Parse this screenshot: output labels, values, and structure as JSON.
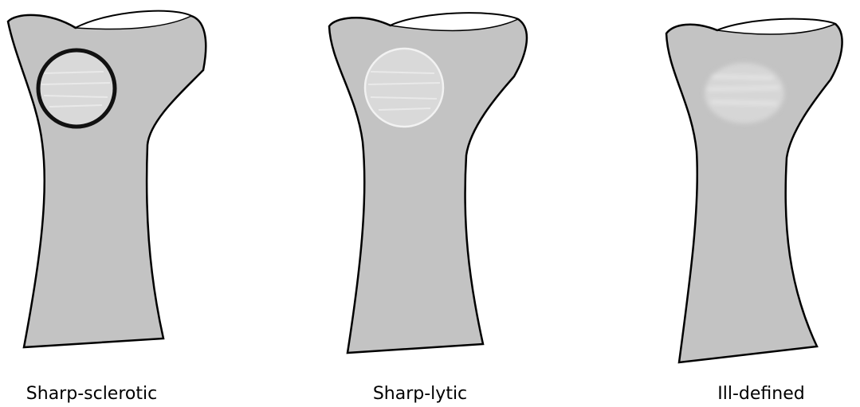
{
  "panels": [
    {
      "caption": "Sharp-sclerotic",
      "margin_type": "sharp-sclerotic"
    },
    {
      "caption": "Sharp-lytic",
      "margin_type": "sharp-lytic"
    },
    {
      "caption": "Ill-defined",
      "margin_type": "ill-defined"
    }
  ],
  "colors": {
    "bone_fill": "#c3c3c3",
    "bone_outline": "#000000",
    "articular_surface": "#ffffff",
    "lesion_fill": "#d9d9d9",
    "sclerotic_rim": "#111111",
    "lytic_rim": "#f2f2f2"
  }
}
